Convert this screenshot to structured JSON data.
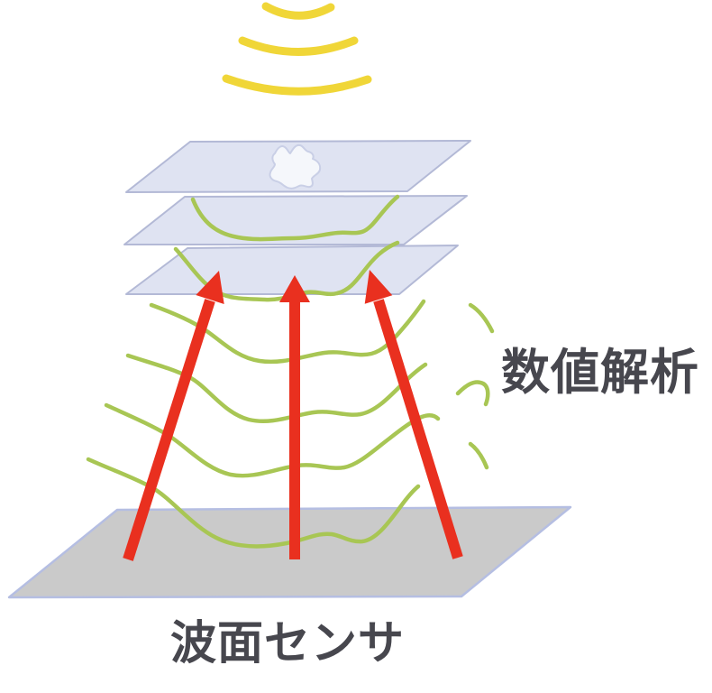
{
  "labels": {
    "numerical_analysis": "数値解析",
    "wavefront_sensor": "波面センサ"
  },
  "diagram": {
    "incoming_wave_arcs_count": 3,
    "atmosphere_layer_planes_count": 3,
    "turbulence_blob_count": 1,
    "distorted_wavefront_lines_count": 6,
    "sensor_plane_count": 1,
    "measurement_arrows_count": 3
  },
  "colors": {
    "background": "#ffffff",
    "wave_arc_yellow": "#f0d638",
    "wavefront_green": "#a8c654",
    "arrow_red": "#e9301f",
    "layer_fill": "#dfe3f2",
    "layer_border": "#b3b9d6",
    "sensor_fill": "#cacaca",
    "sensor_border": "#b5bee2",
    "blob_fill": "#f5f7fb",
    "blob_border": "#c9cfe6",
    "label_text": "#47474e"
  }
}
